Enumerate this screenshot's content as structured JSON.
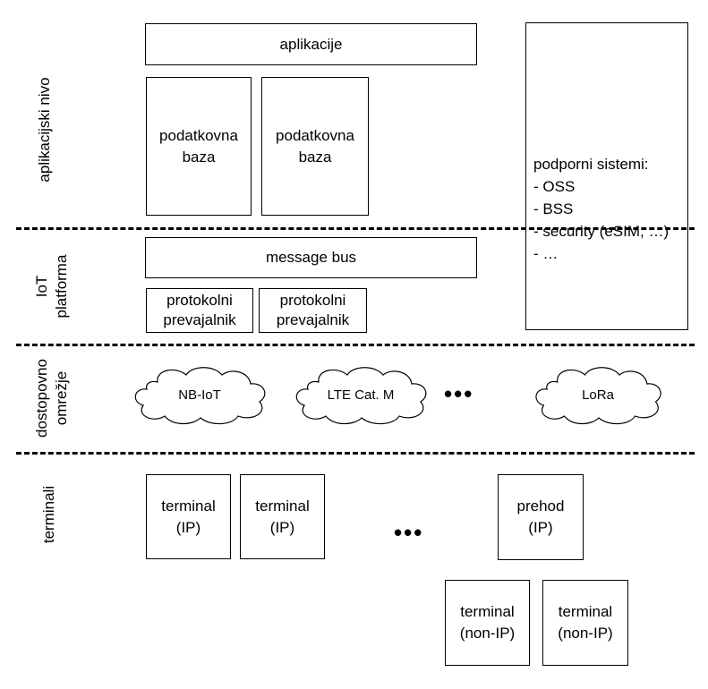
{
  "layers": {
    "application": "aplikacijski nivo",
    "iot_platform_line1": "IoT",
    "iot_platform_line2": "platforma",
    "access_line1": "dostopovno",
    "access_line2": "omrežje",
    "terminals": "terminali"
  },
  "application_layer": {
    "apps": "aplikacije",
    "db1_line1": "podatkovna",
    "db1_line2": "baza",
    "db2_line1": "podatkovna",
    "db2_line2": "baza"
  },
  "platform_layer": {
    "message_bus": "message bus",
    "pt1_line1": "protokolni",
    "pt1_line2": "prevajalnik",
    "pt2_line1": "protokolni",
    "pt2_line2": "prevajalnik"
  },
  "support_systems": {
    "title": "podporni sistemi:",
    "items": [
      "- OSS",
      "- BSS",
      "- security (eSIM, …)",
      "- …"
    ]
  },
  "access_layer": {
    "networks": [
      "NB-IoT",
      "LTE Cat. M",
      "LoRa"
    ],
    "ellipsis": "•••"
  },
  "terminal_layer": {
    "t1_line1": "terminal",
    "t1_line2": "(IP)",
    "t2_line1": "terminal",
    "t2_line2": "(IP)",
    "gw_line1": "prehod",
    "gw_line2": "(IP)",
    "t3_line1": "terminal",
    "t3_line2": "(non-IP)",
    "t4_line1": "terminal",
    "t4_line2": "(non-IP)",
    "ellipsis": "•••"
  }
}
